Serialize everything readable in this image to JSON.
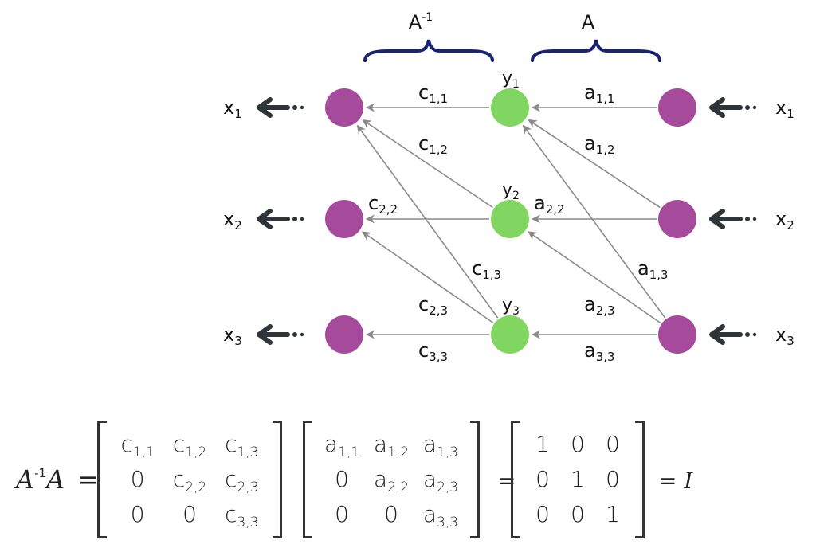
{
  "colors": {
    "input_node": "#a64a9c",
    "hidden_node": "#80d660",
    "edge": "#8a8a8a",
    "brace": "#1a2470",
    "io_arrow": "#2e3539"
  },
  "braces": [
    {
      "id": "inverse",
      "label": "A",
      "sup": "-1"
    },
    {
      "id": "forward",
      "label": "A",
      "sup": ""
    }
  ],
  "left_outputs": [
    {
      "label": "x",
      "sub": "1"
    },
    {
      "label": "x",
      "sub": "2"
    },
    {
      "label": "x",
      "sub": "3"
    }
  ],
  "right_inputs": [
    {
      "label": "x",
      "sub": "1"
    },
    {
      "label": "x",
      "sub": "2"
    },
    {
      "label": "x",
      "sub": "3"
    }
  ],
  "hidden_nodes": [
    {
      "label": "y",
      "sub": "1"
    },
    {
      "label": "y",
      "sub": "2"
    },
    {
      "label": "y",
      "sub": "3"
    }
  ],
  "a_edges": [
    {
      "from": 1,
      "to": 1,
      "label": "a",
      "sub": "1,1"
    },
    {
      "from": 2,
      "to": 1,
      "label": "a",
      "sub": "1,2"
    },
    {
      "from": 3,
      "to": 1,
      "label": "a",
      "sub": "1,3"
    },
    {
      "from": 2,
      "to": 2,
      "label": "a",
      "sub": "2,2"
    },
    {
      "from": 3,
      "to": 2,
      "label": "a",
      "sub": "2,3"
    },
    {
      "from": 3,
      "to": 3,
      "label": "a",
      "sub": "3,3"
    }
  ],
  "c_edges": [
    {
      "from": 1,
      "to": 1,
      "label": "c",
      "sub": "1,1"
    },
    {
      "from": 2,
      "to": 1,
      "label": "c",
      "sub": "1,2"
    },
    {
      "from": 3,
      "to": 1,
      "label": "c",
      "sub": "1,3"
    },
    {
      "from": 2,
      "to": 2,
      "label": "c",
      "sub": "2,2"
    },
    {
      "from": 3,
      "to": 2,
      "label": "c",
      "sub": "2,3"
    },
    {
      "from": 3,
      "to": 3,
      "label": "c",
      "sub": "3,3"
    }
  ],
  "equation": {
    "lhs": {
      "base1": "A",
      "sup": "-1",
      "base2": "A"
    },
    "equals": "=",
    "matrix_c": [
      [
        {
          "t": "c",
          "s": "1,1"
        },
        {
          "t": "c",
          "s": "1,2"
        },
        {
          "t": "c",
          "s": "1,3"
        }
      ],
      [
        {
          "t": "0",
          "s": ""
        },
        {
          "t": "c",
          "s": "2,2"
        },
        {
          "t": "c",
          "s": "2,3"
        }
      ],
      [
        {
          "t": "0",
          "s": ""
        },
        {
          "t": "0",
          "s": ""
        },
        {
          "t": "c",
          "s": "3,3"
        }
      ]
    ],
    "matrix_a": [
      [
        {
          "t": "a",
          "s": "1,1"
        },
        {
          "t": "a",
          "s": "1,2"
        },
        {
          "t": "a",
          "s": "1,3"
        }
      ],
      [
        {
          "t": "0",
          "s": ""
        },
        {
          "t": "a",
          "s": "2,2"
        },
        {
          "t": "a",
          "s": "2,3"
        }
      ],
      [
        {
          "t": "0",
          "s": ""
        },
        {
          "t": "0",
          "s": ""
        },
        {
          "t": "a",
          "s": "3,3"
        }
      ]
    ],
    "identity": [
      [
        {
          "t": "1",
          "s": ""
        },
        {
          "t": "0",
          "s": ""
        },
        {
          "t": "0",
          "s": ""
        }
      ],
      [
        {
          "t": "0",
          "s": ""
        },
        {
          "t": "1",
          "s": ""
        },
        {
          "t": "0",
          "s": ""
        }
      ],
      [
        {
          "t": "0",
          "s": ""
        },
        {
          "t": "0",
          "s": ""
        },
        {
          "t": "1",
          "s": ""
        }
      ]
    ],
    "result": "I"
  }
}
